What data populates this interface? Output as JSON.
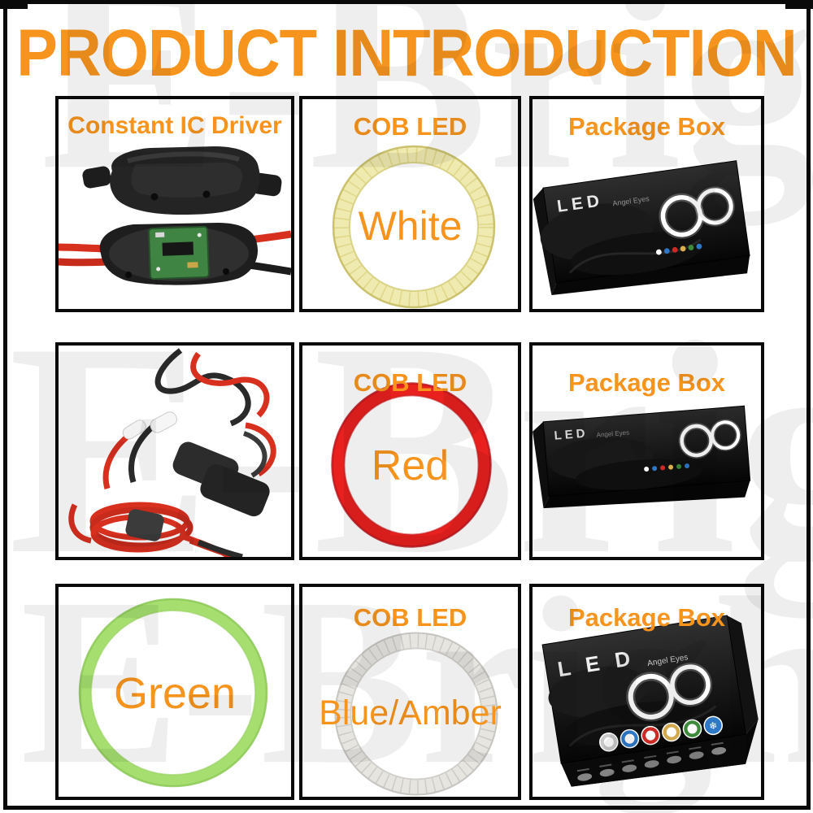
{
  "title": "PRODUCT INTRODUCTION",
  "watermark": {
    "text": "E-Bright"
  },
  "theme": {
    "accent_orange": "#F7941E",
    "frame_black": "#0A0A0A",
    "background": "#FFFFFF",
    "box_black": "#0B0B0B"
  },
  "cells": {
    "driver": {
      "label": "Constant IC Driver"
    },
    "cob_white": {
      "label": "COB LED",
      "color_name": "White",
      "ring_hex": "#EFEAB0"
    },
    "box1": {
      "label": "Package Box",
      "brand": "LED",
      "brand_sub": "Angel Eyes",
      "swatches": [
        "#FFFFFF",
        "#2E78C8",
        "#CC2A24",
        "#D9B04C",
        "#3D8A3A",
        "#2E78C8"
      ]
    },
    "wiring": {},
    "cob_red": {
      "label": "COB LED",
      "color_name": "Red",
      "ring_hex": "#E8211E"
    },
    "box2": {
      "label": "Package Box",
      "brand": "LED",
      "brand_sub": "Angel Eyes",
      "swatches": [
        "#FFFFFF",
        "#2E78C8",
        "#CC2A24",
        "#D9B04C",
        "#3D8A3A",
        "#2E78C8"
      ]
    },
    "cob_green": {
      "color_name": "Green",
      "ring_hex": "#A6DF70"
    },
    "cob_blue_amber": {
      "label": "COB LED",
      "color_name": "Blue/Amber",
      "ring_hex": "#E7E5E0"
    },
    "box3": {
      "label": "Package Box",
      "brand": "L E D",
      "brand_sub": "Angel Eyes",
      "snowflake_icon": "❄",
      "swatches": [
        "#C9C9C9",
        "#2E78C8",
        "#CC2A24",
        "#D2A94E",
        "#3D8A3A",
        "#2E78C8"
      ]
    }
  }
}
